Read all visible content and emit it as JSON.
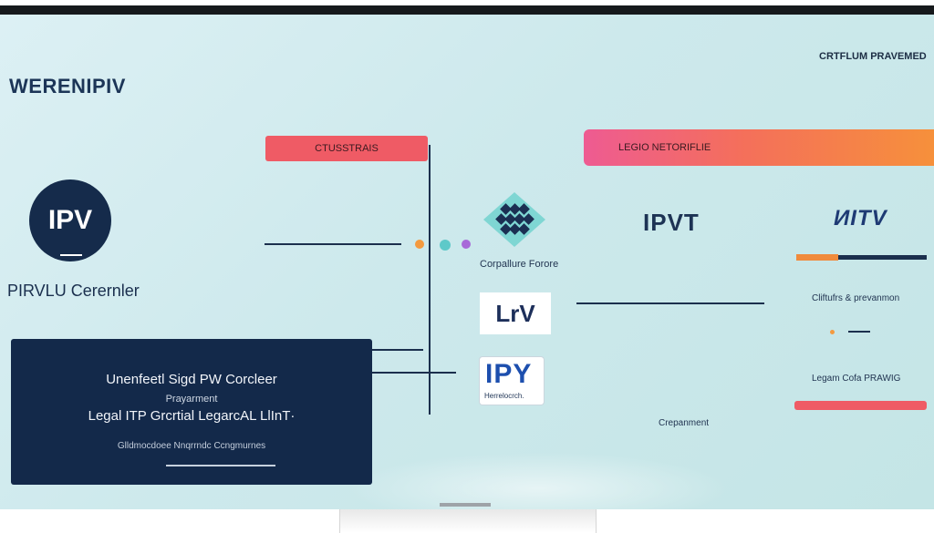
{
  "screen": {
    "app_title": "WERENIPIV",
    "top_right_label": "CRTFLUM PRAVEMED",
    "logo": {
      "text": "IPV"
    },
    "left_caption": "PIRVLU Cerernler",
    "pill_red_label": "CTUSSTRAIS",
    "pill_gradient_label": "LEGIO NETORIFLIE",
    "grid_logo_caption": "Corpallure Forore",
    "ipvt_label": "IPVT",
    "itv_label": "ИITV",
    "lrv_box_label": "LrV",
    "ipy_box": {
      "big": "IPY",
      "small": "Herrelocrch."
    },
    "right_label_1": "Cliftufrs & prevanmon",
    "right_label_2": "Legam Cofa PRAWIG",
    "bottom_mid_label": "Crepanment",
    "dark_card": {
      "line1": "Unenfeetl Sigd PW Corcleer",
      "line2": "Prayarment",
      "line3": "Legal ITP Grcrtial LegarcAL LlInT·",
      "line4": "Glldmocdoee Nnqrrndc Ccngmurnes"
    }
  },
  "colors": {
    "navy": "#13294a",
    "red": "#ef5b65",
    "gradient_start": "#ee5b92",
    "gradient_end": "#f6903b",
    "screen_bg": "#cde9ec",
    "dot_orange": "#f49a3f",
    "dot_teal": "#5ec9c9",
    "dot_purple": "#a86ad8"
  },
  "icons": {
    "grid_logo": "diamond-grid-logo-icon"
  }
}
